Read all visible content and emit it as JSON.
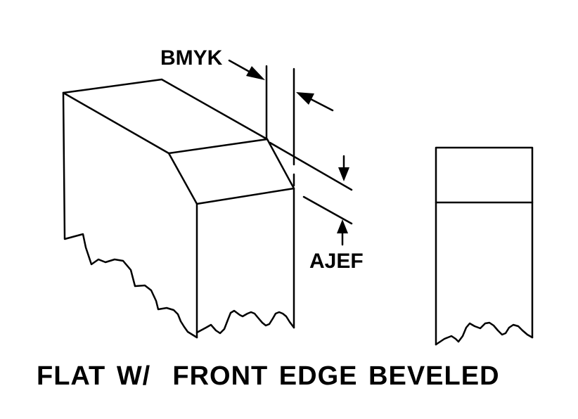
{
  "labels": {
    "top_dimension": "BMYK",
    "side_dimension": "AJEF"
  },
  "caption": "FLAT W/  FRONT EDGE BEVELED",
  "colors": {
    "line": "#000000",
    "background": "#ffffff"
  }
}
